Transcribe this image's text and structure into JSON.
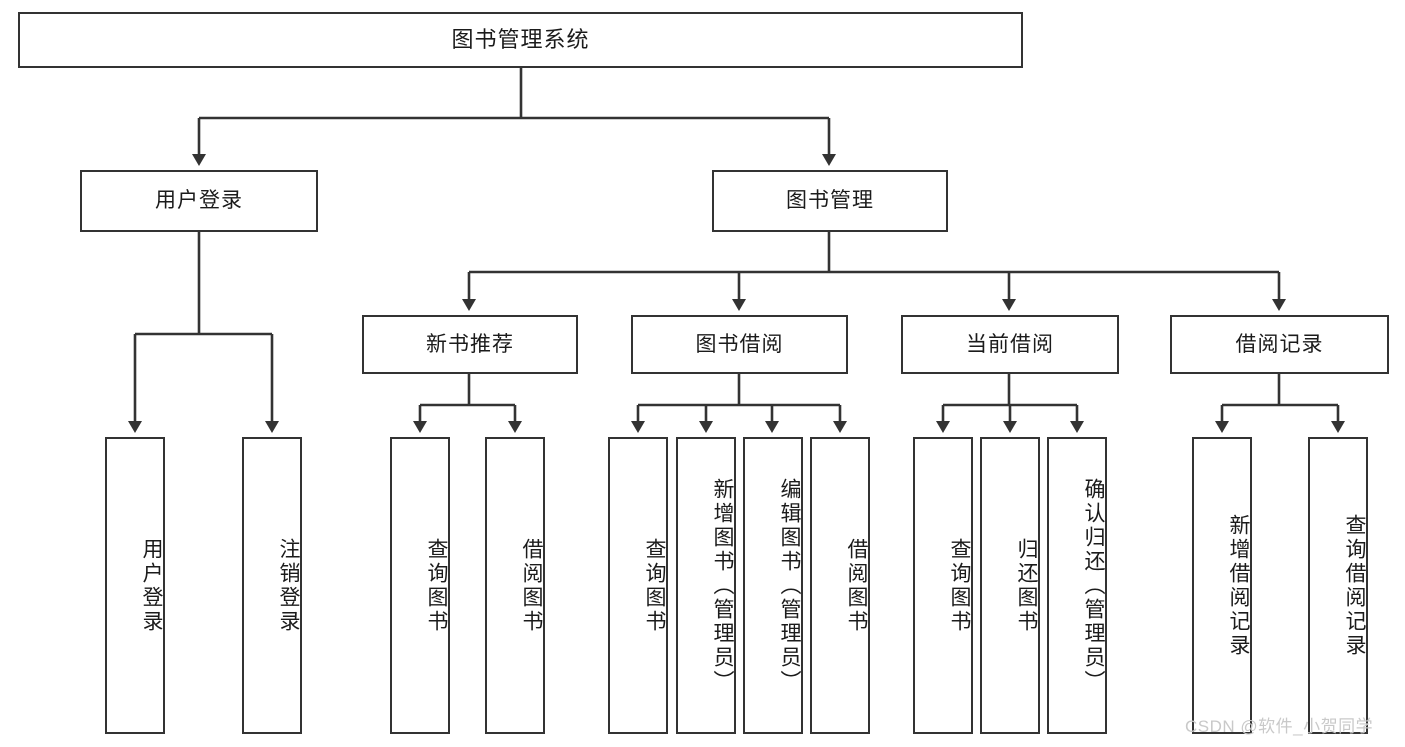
{
  "diagram": {
    "title": "图书管理系统",
    "watermark": "CSDN @软件_小贺同学",
    "line_color": "#333333",
    "box_fill": "#ffffff",
    "text_color": "#1b1b1b",
    "watermark_color": "#c9c9c9"
  },
  "nodes": {
    "root": {
      "label": "图书管理系统"
    },
    "level2": [
      {
        "label": "用户登录"
      },
      {
        "label": "图书管理"
      }
    ],
    "level3": [
      {
        "label": "新书推荐"
      },
      {
        "label": "图书借阅"
      },
      {
        "label": "当前借阅"
      },
      {
        "label": "借阅记录"
      }
    ],
    "leaves": {
      "user_login": [
        {
          "label": "用户登录"
        },
        {
          "label": "注销登录"
        }
      ],
      "new_book_recommend": [
        {
          "label": "查询图书"
        },
        {
          "label": "借阅图书"
        }
      ],
      "book_borrow": [
        {
          "label": "查询图书"
        },
        {
          "label": "新增图书（管理员）"
        },
        {
          "label": "编辑图书（管理员）"
        },
        {
          "label": "借阅图书"
        }
      ],
      "current_borrow": [
        {
          "label": "查询图书"
        },
        {
          "label": "归还图书"
        },
        {
          "label": "确认归还（管理员）"
        }
      ],
      "borrow_record": [
        {
          "label": "新增借阅记录"
        },
        {
          "label": "查询借阅记录"
        }
      ]
    }
  },
  "tree": {
    "type": "hierarchy",
    "edges": [
      {
        "from": "图书管理系统",
        "to": "用户登录"
      },
      {
        "from": "图书管理系统",
        "to": "图书管理"
      },
      {
        "from": "图书管理",
        "to": "新书推荐"
      },
      {
        "from": "图书管理",
        "to": "图书借阅"
      },
      {
        "from": "图书管理",
        "to": "当前借阅"
      },
      {
        "from": "图书管理",
        "to": "借阅记录"
      },
      {
        "from": "用户登录",
        "to": "用户登录"
      },
      {
        "from": "用户登录",
        "to": "注销登录"
      },
      {
        "from": "新书推荐",
        "to": "查询图书"
      },
      {
        "from": "新书推荐",
        "to": "借阅图书"
      },
      {
        "from": "图书借阅",
        "to": "查询图书"
      },
      {
        "from": "图书借阅",
        "to": "新增图书（管理员）"
      },
      {
        "from": "图书借阅",
        "to": "编辑图书（管理员）"
      },
      {
        "from": "图书借阅",
        "to": "借阅图书"
      },
      {
        "from": "当前借阅",
        "to": "查询图书"
      },
      {
        "from": "当前借阅",
        "to": "归还图书"
      },
      {
        "from": "当前借阅",
        "to": "确认归还（管理员）"
      },
      {
        "from": "借阅记录",
        "to": "新增借阅记录"
      },
      {
        "from": "借阅记录",
        "to": "查询借阅记录"
      }
    ]
  }
}
